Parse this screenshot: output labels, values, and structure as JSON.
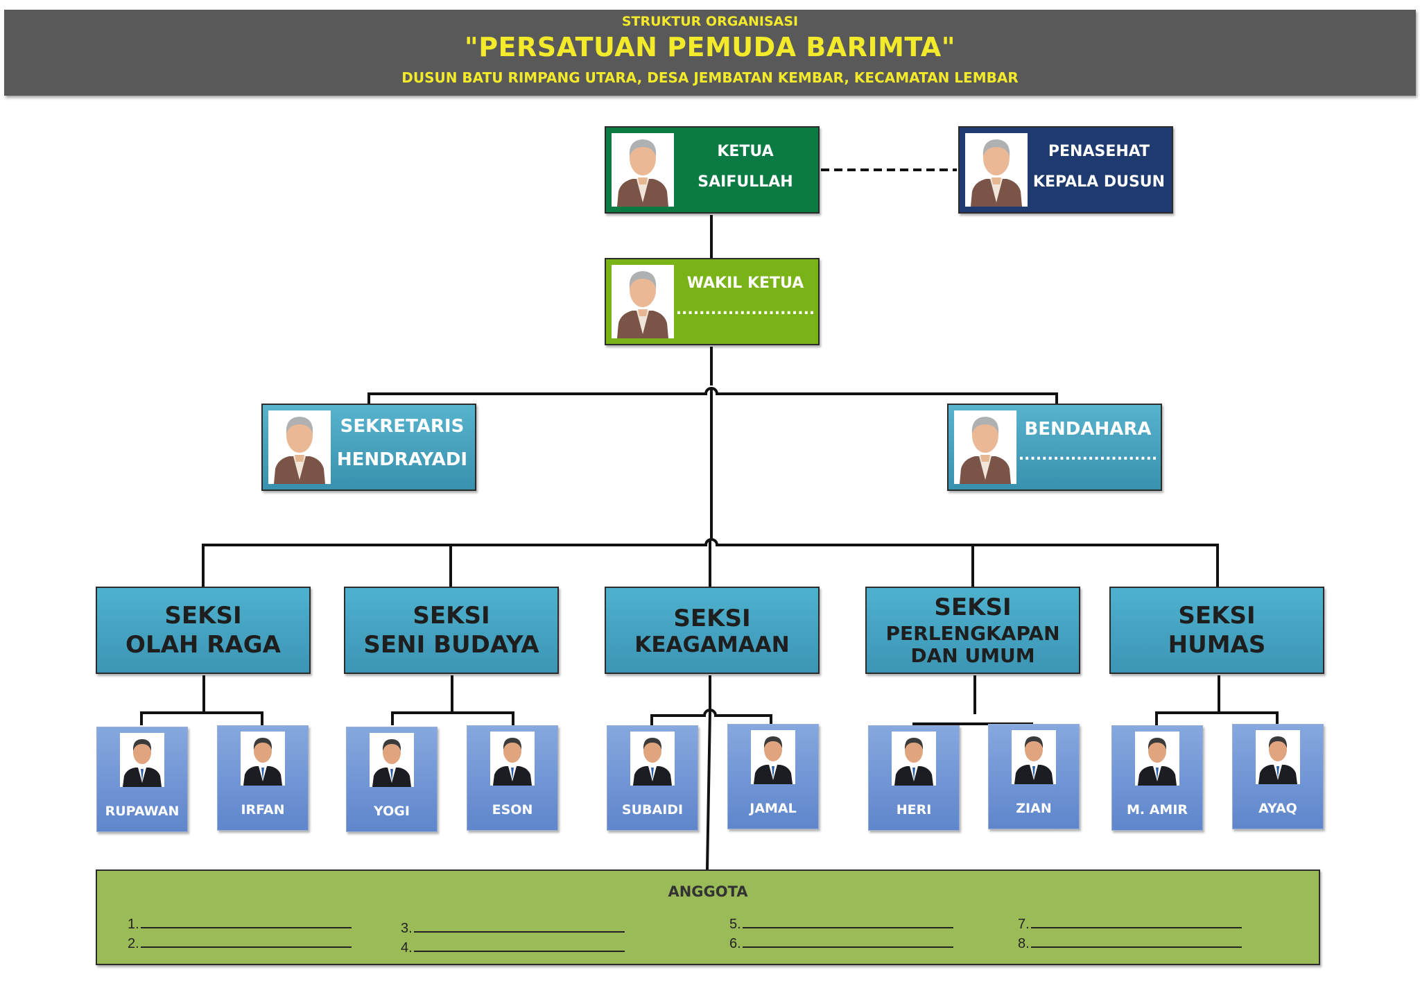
{
  "header": {
    "line1": "STRUKTUR ORGANISASI",
    "line2": "\"PERSATUAN PEMUDA BARIMTA\"",
    "line3": "DUSUN BATU RIMPANG UTARA, DESA JEMBATAN KEMBAR, KECAMATAN LEMBAR"
  },
  "officers": {
    "ketua": {
      "role": "KETUA",
      "name": "SAIFULLAH"
    },
    "penasehat": {
      "role": "PENASEHAT",
      "name": "KEPALA DUSUN"
    },
    "wakil": {
      "role": "WAKIL KETUA",
      "name": "........................"
    },
    "sekretaris": {
      "role": "SEKRETARIS",
      "name": "HENDRAYADI"
    },
    "bendahara": {
      "role": "BENDAHARA",
      "name": "........................"
    }
  },
  "sections": [
    {
      "line1": "SEKSI",
      "line2": "OLAH RAGA",
      "members": [
        "RUPAWAN",
        "IRFAN"
      ]
    },
    {
      "line1": "SEKSI",
      "line2": "SENI BUDAYA",
      "members": [
        "YOGI",
        "ESON"
      ]
    },
    {
      "line1": "SEKSI",
      "line2": "KEAGAMAAN",
      "members": [
        "SUBAIDI",
        "JAMAL"
      ]
    },
    {
      "line1": "SEKSI",
      "line2": "PERLENGKAPAN",
      "line3": "DAN UMUM",
      "members": [
        "HERI",
        "ZIAN"
      ]
    },
    {
      "line1": "SEKSI",
      "line2": "HUMAS",
      "members": [
        "M. AMIR",
        "AYAQ"
      ]
    }
  ],
  "anggota": {
    "title": "ANGGOTA",
    "items": [
      "1.",
      "2.",
      "3.",
      "4.",
      "5.",
      "6.",
      "7.",
      "8."
    ]
  },
  "colors": {
    "header_bg": "#595959",
    "header_text": "#f2ea2a",
    "ketua": "#0c7a43",
    "penasehat": "#1f3a6e",
    "wakil": "#7ab317",
    "seksi": "#4aa9c6",
    "member": "#6f94d6",
    "anggota": "#9bbb59"
  },
  "icons": {
    "officer_photo": "elder-person-avatar-icon",
    "member_photo": "businessman-avatar-icon"
  }
}
